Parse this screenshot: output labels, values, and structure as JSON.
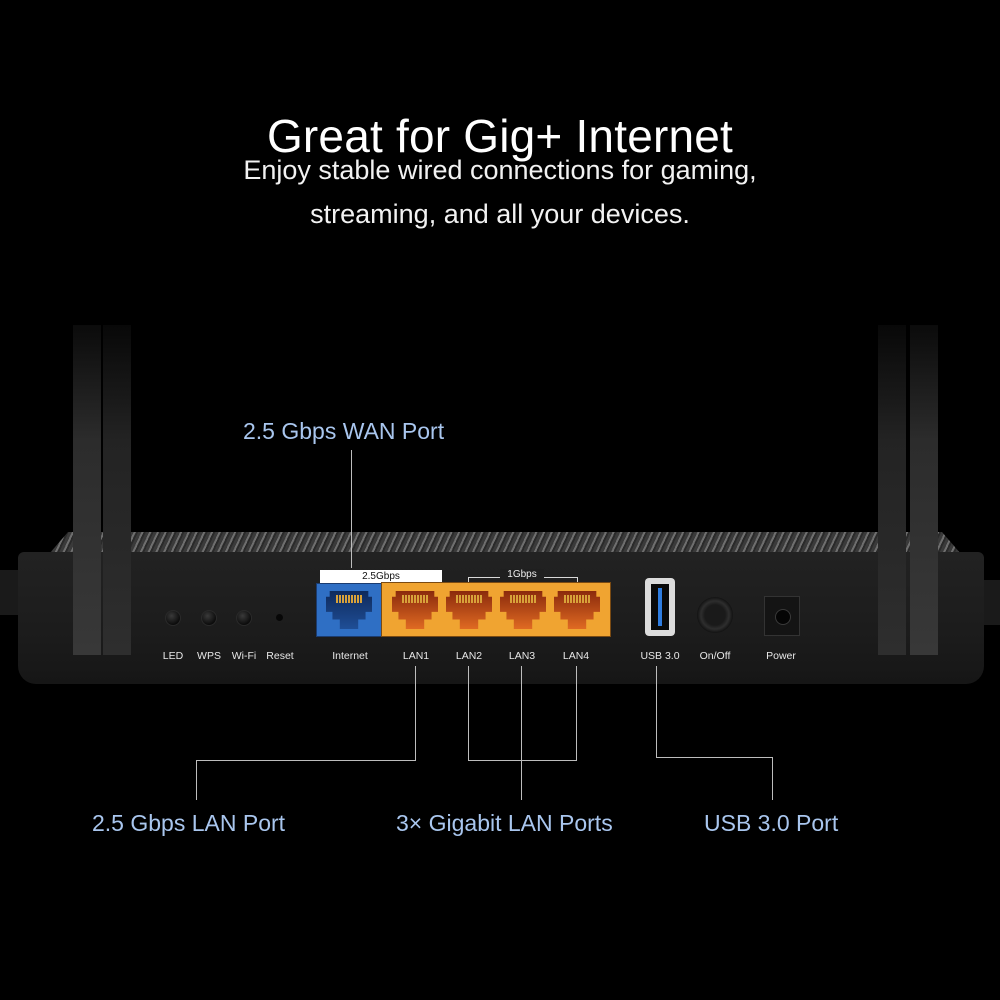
{
  "header": {
    "title": "Great for Gig+ Internet",
    "subtitle_line1": "Enjoy stable wired connections for gaming,",
    "subtitle_line2": "streaming, and all your devices."
  },
  "callouts": {
    "wan": "2.5 Gbps WAN Port",
    "lan25": "2.5 Gbps LAN Port",
    "gigabit": "3× Gigabit LAN Ports",
    "usb": "USB 3.0 Port"
  },
  "router": {
    "speed_tags": {
      "wan": "2.5Gbps",
      "lan": "1Gbps"
    },
    "buttons": [
      {
        "label": "LED"
      },
      {
        "label": "WPS"
      },
      {
        "label": "Wi-Fi"
      },
      {
        "label": "Reset"
      }
    ],
    "ports": [
      {
        "label": "Internet",
        "color": "#2f6fc4"
      },
      {
        "label": "LAN1",
        "color": "#f0a431"
      },
      {
        "label": "LAN2",
        "color": "#f0a431"
      },
      {
        "label": "LAN3",
        "color": "#f0a431"
      },
      {
        "label": "LAN4",
        "color": "#f0a431"
      }
    ],
    "usb_label": "USB 3.0",
    "switch_label": "On/Off",
    "power_label": "Power"
  },
  "colors": {
    "background": "#000000",
    "callout_text": "#a9c6ee",
    "wan_port": "#2f6fc4",
    "lan_port": "#f0a431",
    "usb_tongue": "#2f7de0"
  }
}
